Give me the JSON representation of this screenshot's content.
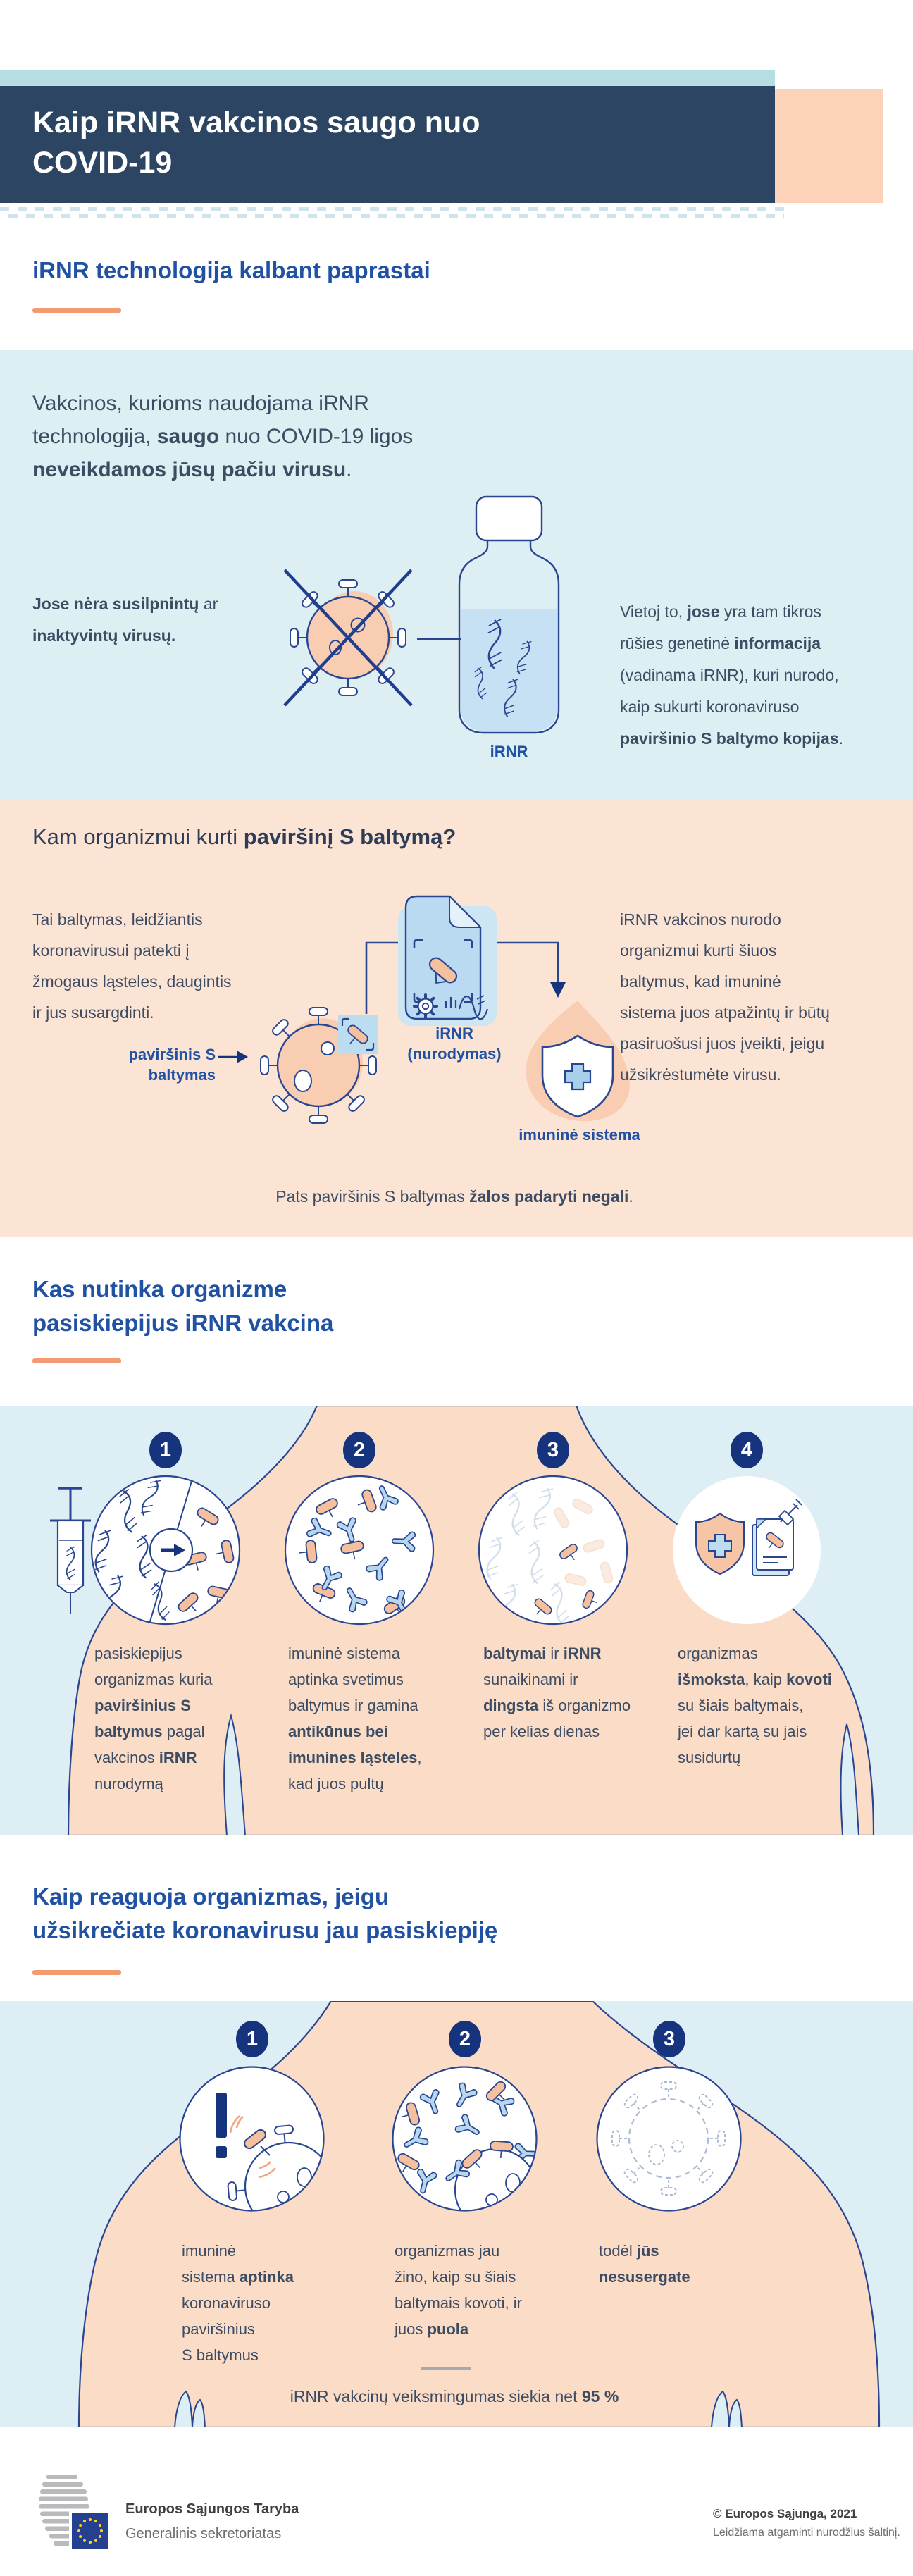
{
  "page": {
    "title": "Kaip iRNR vakcinos saugo nuo\nCOVID-19"
  },
  "colors": {
    "navy_header": "#2b4563",
    "teal_bar": "#b5dde2",
    "peach_header_block": "#fcd2b8",
    "light_blue_bg": "#deeff3",
    "peach_bg": "#fce4d4",
    "body_peach": "#fbdcc7",
    "royal_blue": "#2051a3",
    "text_navy": "#3c4c63",
    "outline_blue": "#2a4690",
    "badge_navy": "#16337d",
    "accent_orange": "#f29b72",
    "capsule_peach": "#f6bf9e",
    "antibody_blue": "#b7d7ee"
  },
  "s1": {
    "heading": "iRNR technologija kalbant paprastai",
    "intro": [
      {
        "t": "Vakcinos, kurioms naudojama iRNR\ntechnologija, "
      },
      {
        "t": "saugo",
        "b": true
      },
      {
        "t": " nuo COVID-19 ligos\n"
      },
      {
        "t": "neveikdamos jūsų pačiu virusu",
        "b": true
      },
      {
        "t": "."
      }
    ],
    "no_virus": [
      {
        "t": "Jose nėra susilpnintų",
        "b": true
      },
      {
        "t": " ar\n"
      },
      {
        "t": "inaktyvintų virusų.",
        "b": true
      }
    ],
    "vial_label": "iRNR",
    "instruction": [
      {
        "t": "Vietoj to, "
      },
      {
        "t": "jose",
        "b": true
      },
      {
        "t": " yra tam tikros\nrūšies genetinė "
      },
      {
        "t": "informacija",
        "b": true
      },
      {
        "t": "\n(vadinama iRNR), kuri nurodo,\nkaip sukurti koronaviruso\n"
      },
      {
        "t": "paviršinio S baltymo kopijas",
        "b": true
      },
      {
        "t": "."
      }
    ]
  },
  "s2": {
    "heading": [
      {
        "t": "Kam organizmui kurti "
      },
      {
        "t": "paviršinį S baltymą?",
        "b": true
      }
    ],
    "left": [
      {
        "t": "Tai baltymas, leidžiantis\nkoronavirusui patekti į\nžmogaus ląsteles, daugintis\nir jus susargdinti."
      }
    ],
    "diagram": {
      "spike_label": "paviršinis S\nbaltymas",
      "irnr_label": "iRNR\n(nurodymas)",
      "immune_label": "imuninė sistema"
    },
    "right": [
      {
        "t": "iRNR vakcinos nurodo\norganizmui kurti šiuos\nbaltymus, kad imuninė\nsistema juos atpažintų ir būtų\npasiruošusi juos įveikti, jeigu\nužsikrėstumėte virusu."
      }
    ],
    "bottom": [
      {
        "t": "Pats paviršinis S baltymas "
      },
      {
        "t": "žalos padaryti negali",
        "b": true
      },
      {
        "t": "."
      }
    ]
  },
  "s3": {
    "heading": "Kas nutinka organizme\npasiskiepijus iRNR vakcina",
    "steps": [
      {
        "num": "1",
        "text": [
          {
            "t": "pasiskiepijus\norganizmas kuria\n"
          },
          {
            "t": "paviršinius S\nbaltymus",
            "b": true
          },
          {
            "t": " pagal\nvakcinos "
          },
          {
            "t": "iRNR",
            "b": true
          },
          {
            "t": "\nnurodymą"
          }
        ]
      },
      {
        "num": "2",
        "text": [
          {
            "t": "imuninė sistema\naptinka svetimus\nbaltymus ir gamina\n"
          },
          {
            "t": "antikūnus bei\nimunines ląsteles",
            "b": true
          },
          {
            "t": ",\nkad juos pultų"
          }
        ]
      },
      {
        "num": "3",
        "text": [
          {
            "t": "baltymai",
            "b": true
          },
          {
            "t": " ir "
          },
          {
            "t": "iRNR",
            "b": true
          },
          {
            "t": "\nsunaikinami ir\n"
          },
          {
            "t": "dingsta",
            "b": true
          },
          {
            "t": " iš organizmo\nper kelias dienas"
          }
        ]
      },
      {
        "num": "4",
        "text": [
          {
            "t": "organizmas\n"
          },
          {
            "t": "išmoksta",
            "b": true
          },
          {
            "t": ", kaip "
          },
          {
            "t": "kovoti",
            "b": true
          },
          {
            "t": "\nsu šiais baltymais,\njei dar kartą su jais\nsusidurtų"
          }
        ]
      }
    ]
  },
  "s4": {
    "heading": "Kaip reaguoja organizmas, jeigu\nužsikrečiate koronavirusu jau pasiskiepiję",
    "steps": [
      {
        "num": "1",
        "text": [
          {
            "t": "imuninė\nsistema "
          },
          {
            "t": "aptinka",
            "b": true
          },
          {
            "t": "\nkoronaviruso\npaviršinius\nS baltymus"
          }
        ]
      },
      {
        "num": "2",
        "text": [
          {
            "t": "organizmas jau\nžino, kaip su šiais\nbaltymais kovoti, ir\njuos "
          },
          {
            "t": "puola",
            "b": true
          }
        ]
      },
      {
        "num": "3",
        "text": [
          {
            "t": "todėl "
          },
          {
            "t": "jūs",
            "b": true
          },
          {
            "t": "\n"
          },
          {
            "t": "nesusergate",
            "b": true
          }
        ]
      }
    ],
    "effectiveness": [
      {
        "t": "iRNR vakcinų veiksmingumas siekia net "
      },
      {
        "t": "95 %",
        "b": true
      }
    ]
  },
  "footer": {
    "org": "Europos Sąjungos Taryba",
    "dept": "Generalinis sekretoriatas",
    "copyright": "© Europos Sąjunga, 2021",
    "license": "Leidžiama atgaminti nurodžius šaltinį."
  },
  "icons": {
    "crossed_virus": "crossed-virus-icon",
    "vial": "vaccine-vial-icon",
    "scan_card": "irnr-instruction-card-icon",
    "virus": "coronavirus-icon",
    "shield": "immune-shield-icon",
    "syringe": "syringe-icon",
    "eu_logo": "eu-council-logo"
  }
}
